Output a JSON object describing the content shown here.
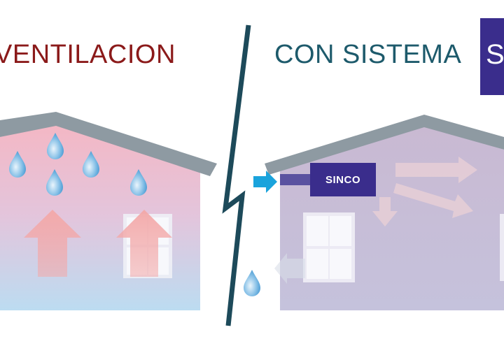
{
  "left_title": "VENTILACION",
  "right_title": "CON SISTEMA",
  "logo_text": "SINCO",
  "device_label": "SINCO",
  "icons": {
    "water_drop": "water-drop-icon",
    "arrow_up": "arrow-up-icon",
    "arrow_right": "arrow-right-icon"
  },
  "colors": {
    "left_title": "#8b1a1a",
    "right_title": "#1d5a6b",
    "divider": "#1d4a5a",
    "roof": "#8e9aa2",
    "left_wall_top": "#f4b7c4",
    "left_wall_bottom": "#bcdcf1",
    "right_wall_top": "#c9b9d2",
    "right_wall_bottom": "#c5c2dc",
    "brand": "#3a2d8c",
    "inlet_arrow": "#1aa3dc",
    "drop": "#4f9fd6",
    "warm_arrow": "#f3a8a8",
    "flow_arrow": "#e9cfd6"
  }
}
